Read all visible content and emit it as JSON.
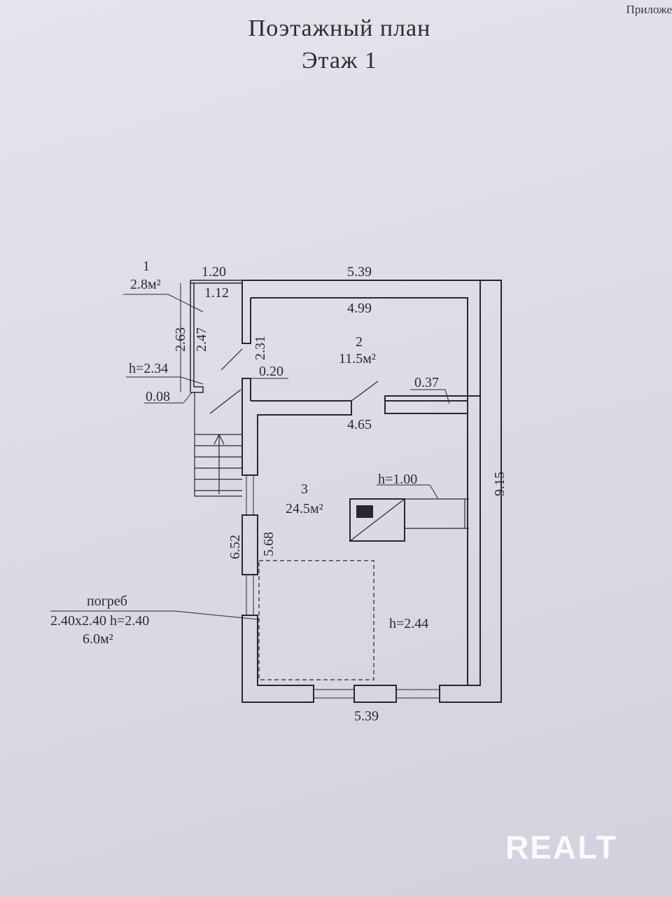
{
  "document": {
    "corner_note": "Приложе",
    "title_line1": "Поэтажный план",
    "title_line2": "Этаж 1"
  },
  "rooms": {
    "r1": {
      "number": "1",
      "area": "2.8м²"
    },
    "r2": {
      "number": "2",
      "area": "11.5м²"
    },
    "r3": {
      "number": "3",
      "area": "24.5м²"
    }
  },
  "dimensions": {
    "top_overall": "5.39",
    "vest_outer": "1.20",
    "vest_inner": "1.12",
    "room2_width": "4.99",
    "vest_height_outer": "2.63",
    "vest_height_inner": "2.47",
    "room2_depth": "2.31",
    "wall_020": "0.20",
    "wall_037": "0.37",
    "wall_008": "0.08",
    "room3_width": "4.65",
    "side_overall": "9.15",
    "side_outer": "6.52",
    "side_inner": "5.68",
    "bottom_overall": "5.39"
  },
  "heights": {
    "vestibule": "h=2.34",
    "stove": "h=1.00",
    "room3": "h=2.44"
  },
  "cellar": {
    "label": "погреб",
    "size": "2.40x2.40 h=2.40",
    "area": "6.0м²"
  },
  "watermark": "REALT"
}
